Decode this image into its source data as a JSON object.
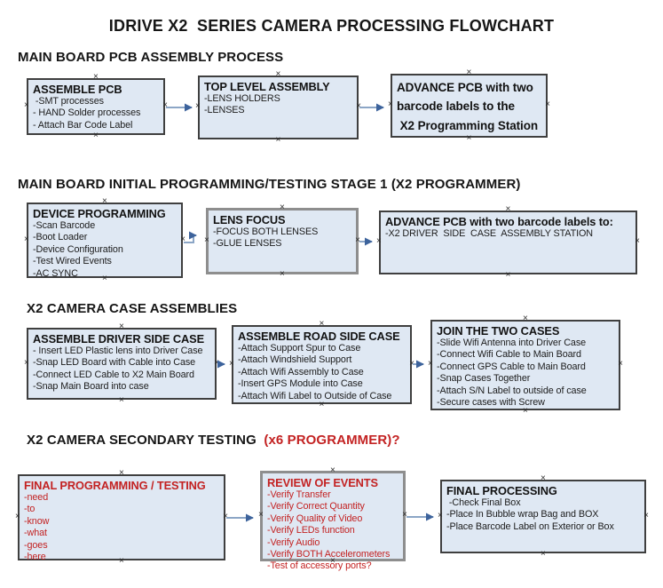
{
  "title": "IDRIVE X2  SERIES CAMERA PROCESSING FLOWCHART",
  "icons": {
    "connector_handle": "×",
    "flow_arrow": "right-arrow"
  },
  "colors": {
    "box_fill": "#dfe8f3",
    "box_border": "#3f3f3f",
    "box_border_gray": "#8e8e8e",
    "arrow_shaft": "#8ca6c6",
    "arrow_head": "#3d639c",
    "red": "#c32222",
    "text": "#141414"
  },
  "sections": [
    {
      "heading": "MAIN BOARD PCB ASSEMBLY PROCESS",
      "heading_suffix": "",
      "boxes": [
        {
          "header": "ASSEMBLE PCB",
          "items": [
            " -SMT processes",
            "- HAND Solder processes",
            "- Attach Bar Code Label"
          ]
        },
        {
          "header": "TOP LEVEL ASSEMBLY",
          "items": [
            "-LENS HOLDERS",
            "-LENSES"
          ]
        },
        {
          "header": "ADVANCE PCB with two\nbarcode labels to the\n X2 Programming Station",
          "items": []
        }
      ]
    },
    {
      "heading": "MAIN BOARD INITIAL PROGRAMMING/TESTING STAGE 1 (X2 PROGRAMMER)",
      "heading_suffix": "",
      "boxes": [
        {
          "header": "DEVICE PROGRAMMING",
          "items": [
            "-Scan Barcode",
            "-Boot Loader",
            "-Device Configuration",
            "-Test Wired Events",
            "-AC SYNC"
          ]
        },
        {
          "header": "LENS FOCUS",
          "items": [
            "-FOCUS BOTH LENSES",
            "-GLUE LENSES"
          ]
        },
        {
          "header": "ADVANCE PCB with two barcode labels to:",
          "items": [
            "-X2 DRIVER  SIDE  CASE  ASSEMBLY STATION"
          ]
        }
      ]
    },
    {
      "heading": "X2 CAMERA CASE ASSEMBLIES",
      "heading_suffix": "",
      "boxes": [
        {
          "header": "ASSEMBLE DRIVER SIDE CASE",
          "items": [
            "- Insert LED Plastic lens into Driver Case",
            "-Snap LED Board with Cable into Case",
            "-Connect LED Cable to X2 Main Board",
            "-Snap Main Board into case"
          ]
        },
        {
          "header": "ASSEMBLE ROAD SIDE CASE",
          "items": [
            "-Attach Support Spur to Case",
            "-Attach Windshield Support",
            "-Attach Wifi Assembly to Case",
            "-Insert GPS Module into Case",
            "-Attach Wifi Label to Outside of Case"
          ]
        },
        {
          "header": "JOIN THE TWO CASES",
          "items": [
            "-Slide Wifi Antenna into Driver Case",
            "-Connect Wifi Cable to Main Board",
            "-Connect GPS Cable to Main Board",
            "-Snap Cases Together",
            "-Attach S/N Label to outside of case",
            "-Secure cases with Screw"
          ]
        }
      ]
    },
    {
      "heading": "X2 CAMERA SECONDARY TESTING",
      "heading_suffix": "  (x6 PROGRAMMER)?",
      "boxes": [
        {
          "header": "FINAL PROGRAMMING / TESTING",
          "items": [
            "-need",
            "-to",
            "-know",
            "-what",
            "-goes",
            "-here"
          ]
        },
        {
          "header": "REVIEW OF EVENTS",
          "items": [
            "-Verify Transfer",
            "-Verify Correct Quantity",
            "-Verify Quality of Video",
            "-Verify LEDs function",
            "-Verify Audio",
            "-Verify BOTH Accelerometers",
            "-Test of accessory ports?"
          ]
        },
        {
          "header": "FINAL PROCESSING",
          "items": [
            " -Check Final Box",
            "-Place In Bubble wrap Bag and BOX",
            "-Place Barcode Label on Exterior or Box"
          ]
        }
      ]
    }
  ]
}
